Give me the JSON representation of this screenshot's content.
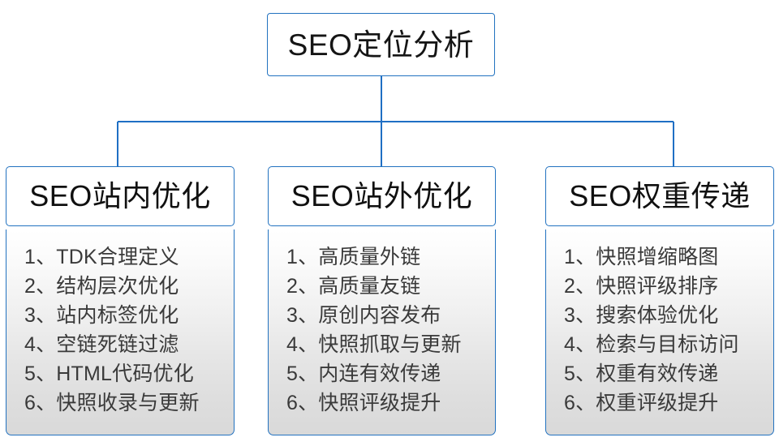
{
  "diagram": {
    "type": "org-chart",
    "orientation": "top-down",
    "accent_color": "#2272c0",
    "title_text_color": "#101010",
    "list_text_color": "#3a3a3a",
    "body_gradient_top": "#ffffff",
    "body_gradient_bottom": "#d9d9d9",
    "background": "#ffffff"
  },
  "root": {
    "label": "SEO定位分析"
  },
  "branches": [
    {
      "title": "SEO站内优化",
      "items": [
        "1、TDK合理定义",
        "2、结构层次优化",
        "3、站内标签优化",
        "4、空链死链过滤",
        "5、HTML代码优化",
        "6、快照收录与更新"
      ]
    },
    {
      "title": "SEO站外优化",
      "items": [
        "1、高质量外链",
        "2、高质量友链",
        "3、原创内容发布",
        "4、快照抓取与更新",
        "5、内连有效传递",
        "6、快照评级提升"
      ]
    },
    {
      "title": "SEO权重传递",
      "items": [
        "1、快照增缩略图",
        "2、快照评级排序",
        "3、搜索体验优化",
        "4、检索与目标访问",
        "5、权重有效传递",
        "6、权重评级提升"
      ]
    }
  ]
}
